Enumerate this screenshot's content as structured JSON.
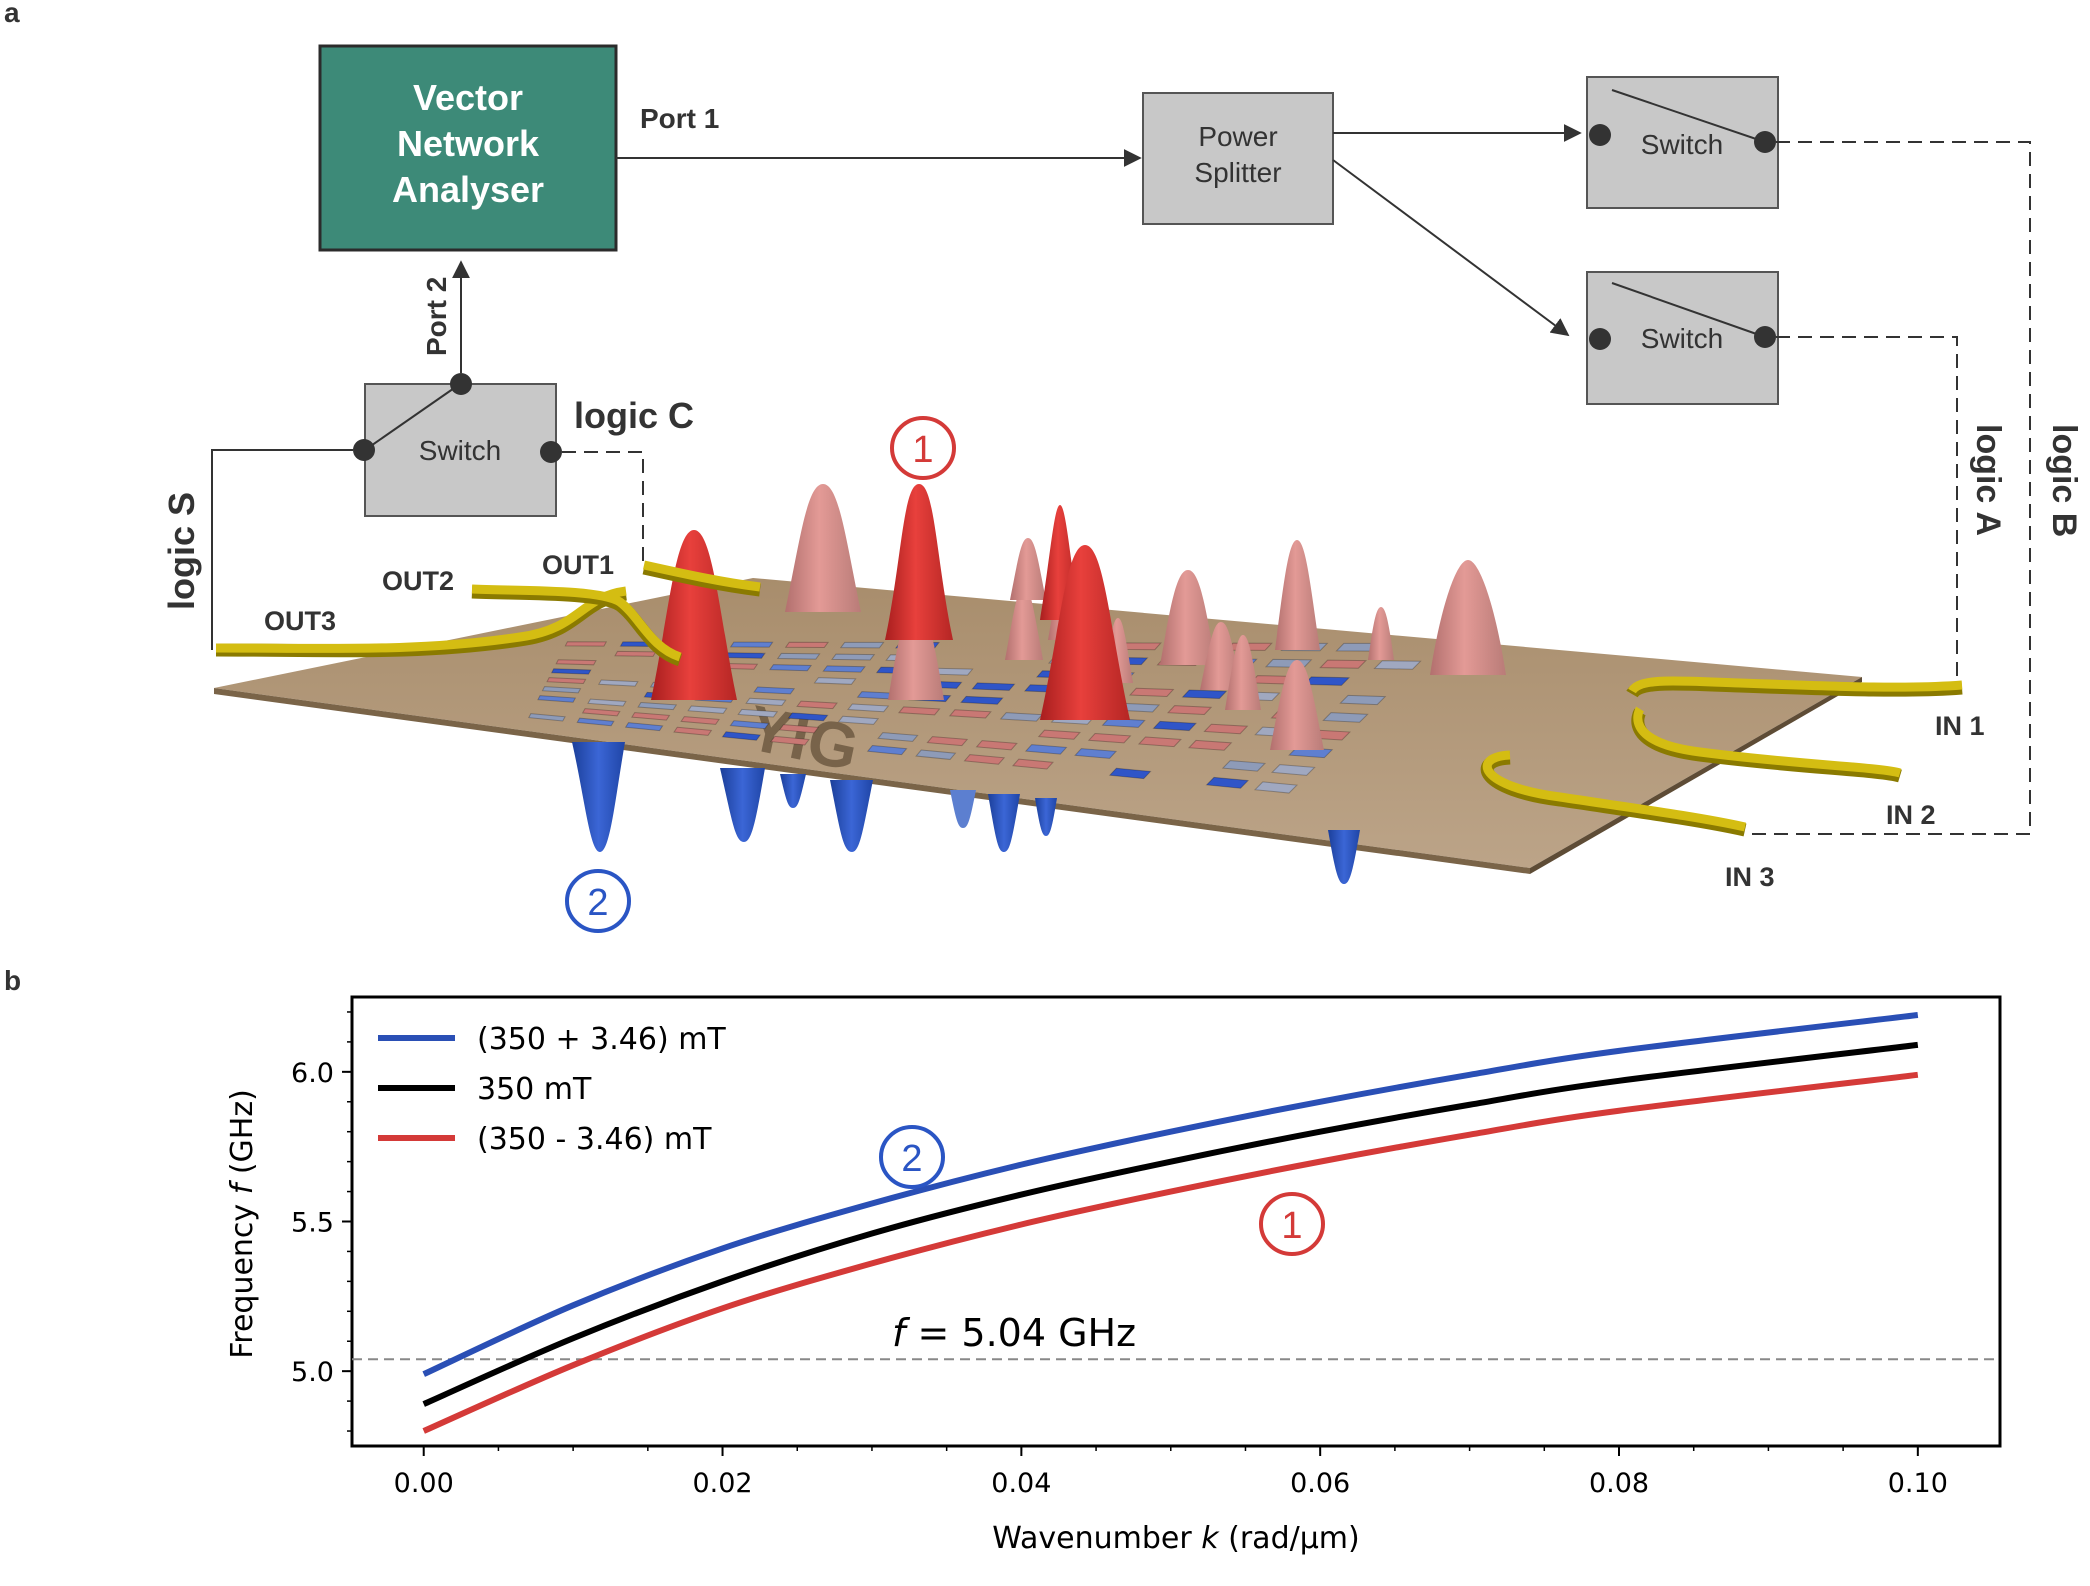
{
  "panel_a": {
    "panel_label": "a",
    "vna_label_line1": "Vector",
    "vna_label_line2": "Network",
    "vna_label_line3": "Analyser",
    "port1_label": "Port 1",
    "port2_label": "Port 2",
    "splitter_line1": "Power",
    "splitter_line2": "Splitter",
    "switch_label": "Switch",
    "logic_c": "logic C",
    "logic_s": "logic S",
    "logic_a": "logic A",
    "logic_b": "logic B",
    "out1": "OUT1",
    "out2": "OUT2",
    "out3": "OUT3",
    "in1": "IN 1",
    "in2": "IN 2",
    "in3": "IN 3",
    "substrate_label": "YIG",
    "marker_1": "1",
    "marker_2": "2",
    "colors": {
      "vna": "#3d8a78",
      "box": "#c8c8c8",
      "waveguide": "#c9b200",
      "substrate": "#b39a7a",
      "peak_red": "#d93a38",
      "peak_blue": "#2a55c4",
      "marker_red": "#d43a38",
      "marker_blue": "#2a55c4"
    }
  },
  "panel_b": {
    "panel_label": "b",
    "annotation": "f = 5.04 GHz",
    "annotation_italic": "f",
    "annotation_rest": " = 5.04 GHz",
    "marker_1": "1",
    "marker_2": "2"
  },
  "chart_data": {
    "type": "line",
    "title": "",
    "xlabel": "Wavenumber k (rad/μm)",
    "ylabel": "Frequency f (GHz)",
    "xlim": [
      -0.0048,
      0.1055
    ],
    "ylim": [
      4.75,
      6.25
    ],
    "xticks": [
      0.0,
      0.02,
      0.04,
      0.06,
      0.08,
      0.1
    ],
    "xtick_labels": [
      "0.00",
      "0.02",
      "0.04",
      "0.06",
      "0.08",
      "0.10"
    ],
    "yticks": [
      5.0,
      5.5,
      6.0
    ],
    "ytick_labels": [
      "5.0",
      "5.5",
      "6.0"
    ],
    "hline": 5.04,
    "legend_position": "upper-left",
    "grid": false,
    "x": [
      0.0,
      0.01,
      0.02,
      0.03,
      0.04,
      0.05,
      0.06,
      0.07,
      0.08,
      0.1
    ],
    "series": [
      {
        "name": "(350 + 3.46) mT",
        "color": "#2a4fb5",
        "values": [
          4.99,
          5.22,
          5.41,
          5.56,
          5.69,
          5.8,
          5.9,
          5.99,
          6.07,
          6.19
        ]
      },
      {
        "name": "350 mT",
        "color": "#000000",
        "values": [
          4.89,
          5.11,
          5.3,
          5.46,
          5.59,
          5.7,
          5.8,
          5.89,
          5.97,
          6.09
        ]
      },
      {
        "name": "(350 - 3.46) mT",
        "color": "#d43a38",
        "values": [
          4.8,
          5.02,
          5.21,
          5.36,
          5.49,
          5.6,
          5.7,
          5.79,
          5.87,
          5.99
        ]
      }
    ]
  }
}
